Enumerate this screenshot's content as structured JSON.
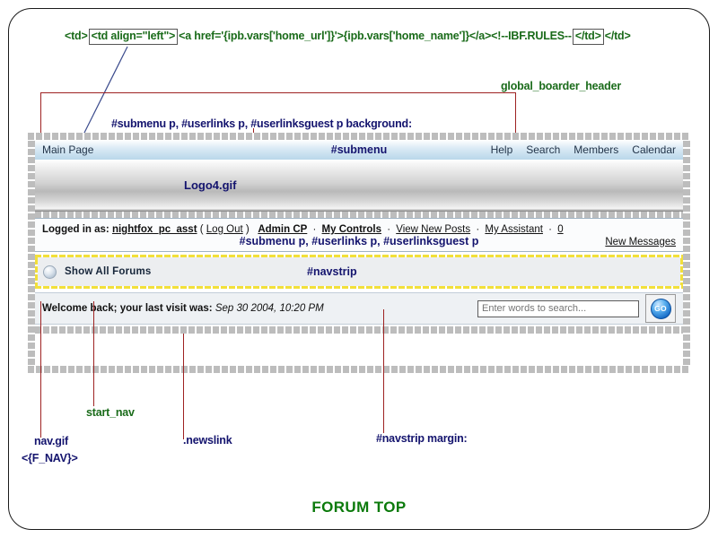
{
  "code_line": {
    "part1": "<td>",
    "boxed1": "<td align=\"left\">",
    "part2": "<a href='{ipb.vars['home_url']}'>{ipb.vars['home_name']}</a><!--IBF.RULES--",
    "boxed2": "</td>",
    "part3": "</td>"
  },
  "annotations": {
    "global_boarder_header": "global_boarder_header",
    "submenu_background": "#submenu p, #userlinks p, #userlinksguest p background:",
    "submenu": "#submenu",
    "userlinks_p": "#submenu p, #userlinks p, #userlinksguest p",
    "navstrip": "#navstrip",
    "start_nav": "start_nav",
    "nav_gif": "nav.gif",
    "f_nav": "<{F_NAV}>",
    "newslink": ".newslink",
    "navstrip_margin": "#navstrip margin:"
  },
  "forum": {
    "submenu_bar": {
      "main_page": "Main Page",
      "right_links": [
        "Help",
        "Search",
        "Members",
        "Calendar"
      ]
    },
    "logo": "Logo4.gif",
    "userlinks": {
      "logged_in_as_label": "Logged in as:",
      "username": "nightfox_pc_asst",
      "paren_open": "(",
      "log_out": "Log Out",
      "paren_close": ")",
      "admin_cp": "Admin CP",
      "my_controls": "My Controls",
      "view_new_posts": "View New Posts",
      "my_assistant": "My Assistant",
      "message_count": "0",
      "new_messages": "New Messages",
      "separator": "·"
    },
    "navstrip": {
      "show_all_forums": "Show All Forums"
    },
    "welcome": {
      "prefix": "Welcome back; your last visit was:",
      "date": "Sep 30 2004, 10:20 PM",
      "search_placeholder": "Enter words to search...",
      "search_value": "",
      "go_label": "GO"
    }
  },
  "footer": {
    "title": "FORUM TOP"
  },
  "colors": {
    "code_green": "#1a6b1a",
    "annotation_navy": "#14146e",
    "leader_red": "#9e2222",
    "title_green": "#0b7a0b",
    "navstrip_yellow": "#f2e03a"
  }
}
